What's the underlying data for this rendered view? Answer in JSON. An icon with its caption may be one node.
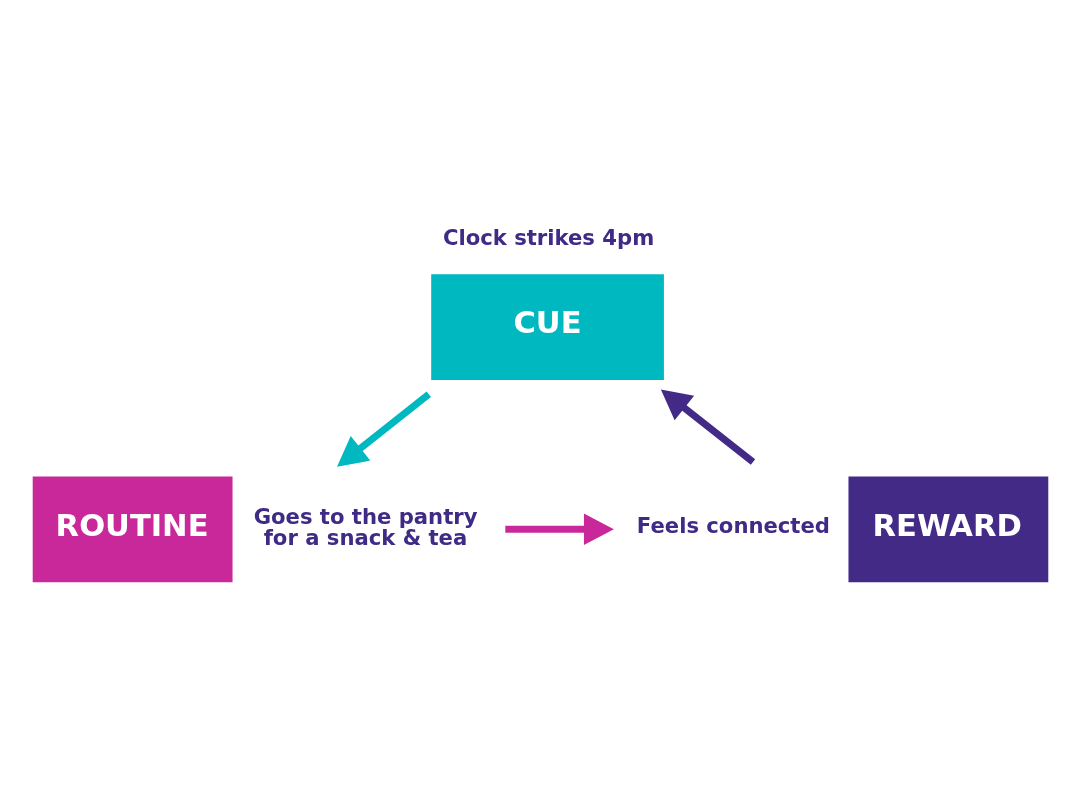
{
  "diagram": {
    "nodes": [
      {
        "text": [
          "CUE"
        ],
        "beside": [
          "Clock strikes 4pm"
        ]
      },
      {
        "text": [
          "ROUTINE"
        ],
        "beside": [
          "Goes to the pantry for a snack & tea"
        ]
      },
      {
        "text": [
          "REWARD"
        ],
        "beside": [
          "Feels connected"
        ]
      }
    ],
    "edges": [
      {
        "from": 0,
        "to": 1,
        "arrow": "to",
        "color": "#00b8c0"
      },
      {
        "from": 1,
        "to": 2,
        "arrow": "to",
        "color": "#c8289a"
      },
      {
        "from": 2,
        "to": 0,
        "arrow": "to",
        "color": "#432a87"
      }
    ]
  }
}
